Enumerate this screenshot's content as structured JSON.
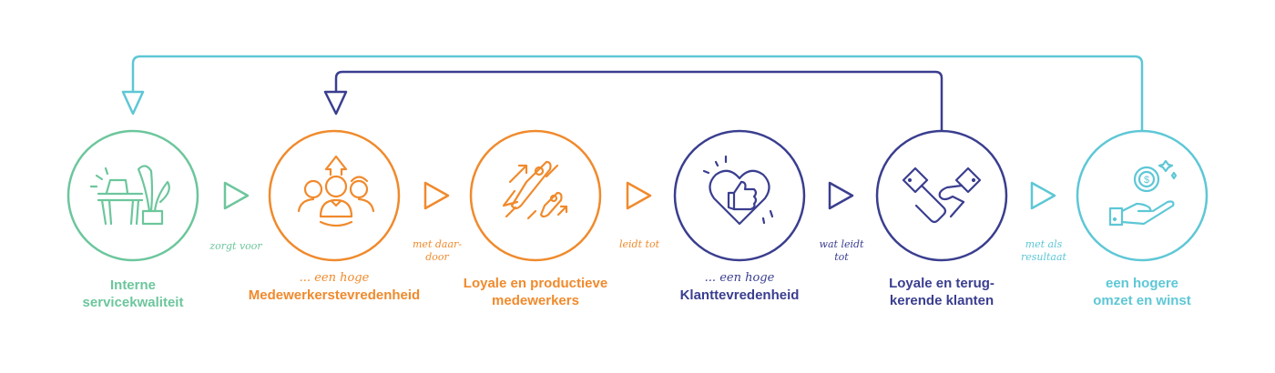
{
  "colors": {
    "green": "#6cc69c",
    "orange": "#f08a2c",
    "navy": "#3a3e8f",
    "cyan": "#5ec7d6"
  },
  "steps": [
    {
      "pre": "",
      "title": "Interne servicekwaliteit",
      "lines": [
        "Interne",
        "servicekwaliteit"
      ],
      "icon": "desk-plant-icon",
      "color": "green"
    },
    {
      "pre": "... een hoge",
      "title": "Medewerkerstevredenheid",
      "lines": [
        "Medewerkerstevredenheid"
      ],
      "icon": "happy-team-icon",
      "color": "orange"
    },
    {
      "pre": "",
      "title": "Loyale en productieve medewerkers",
      "lines": [
        "Loyale en productieve",
        "medewerkers"
      ],
      "icon": "superhero-flying-icon",
      "color": "orange"
    },
    {
      "pre": "... een hoge",
      "title": "Klanttevredenheid",
      "lines": [
        "Klanttevredenheid"
      ],
      "icon": "heart-thumbs-up-icon",
      "color": "navy"
    },
    {
      "pre": "",
      "title": "Loyale en terug-kerende klanten",
      "lines": [
        "Loyale en terug-",
        "kerende klanten"
      ],
      "icon": "handshake-icon",
      "color": "navy"
    },
    {
      "pre": "",
      "title": "een hogere omzet en winst",
      "lines": [
        "een hogere",
        "omzet en winst"
      ],
      "icon": "hand-coin-icon",
      "color": "cyan"
    }
  ],
  "connectors": [
    {
      "lines": [
        "zorgt voor"
      ],
      "color": "green"
    },
    {
      "lines": [
        "met daar-",
        "door"
      ],
      "color": "orange"
    },
    {
      "lines": [
        "leidt tot"
      ],
      "color": "orange"
    },
    {
      "lines": [
        "wat leidt",
        "tot"
      ],
      "color": "navy"
    },
    {
      "lines": [
        "met als",
        "resultaat"
      ],
      "color": "cyan"
    }
  ],
  "feedback_loops": [
    {
      "from": "een hogere omzet en winst",
      "to": "Interne servicekwaliteit",
      "color": "cyan"
    },
    {
      "from": "Loyale en terug-kerende klanten",
      "to": "Medewerkerstevredenheid",
      "color": "navy"
    }
  ]
}
